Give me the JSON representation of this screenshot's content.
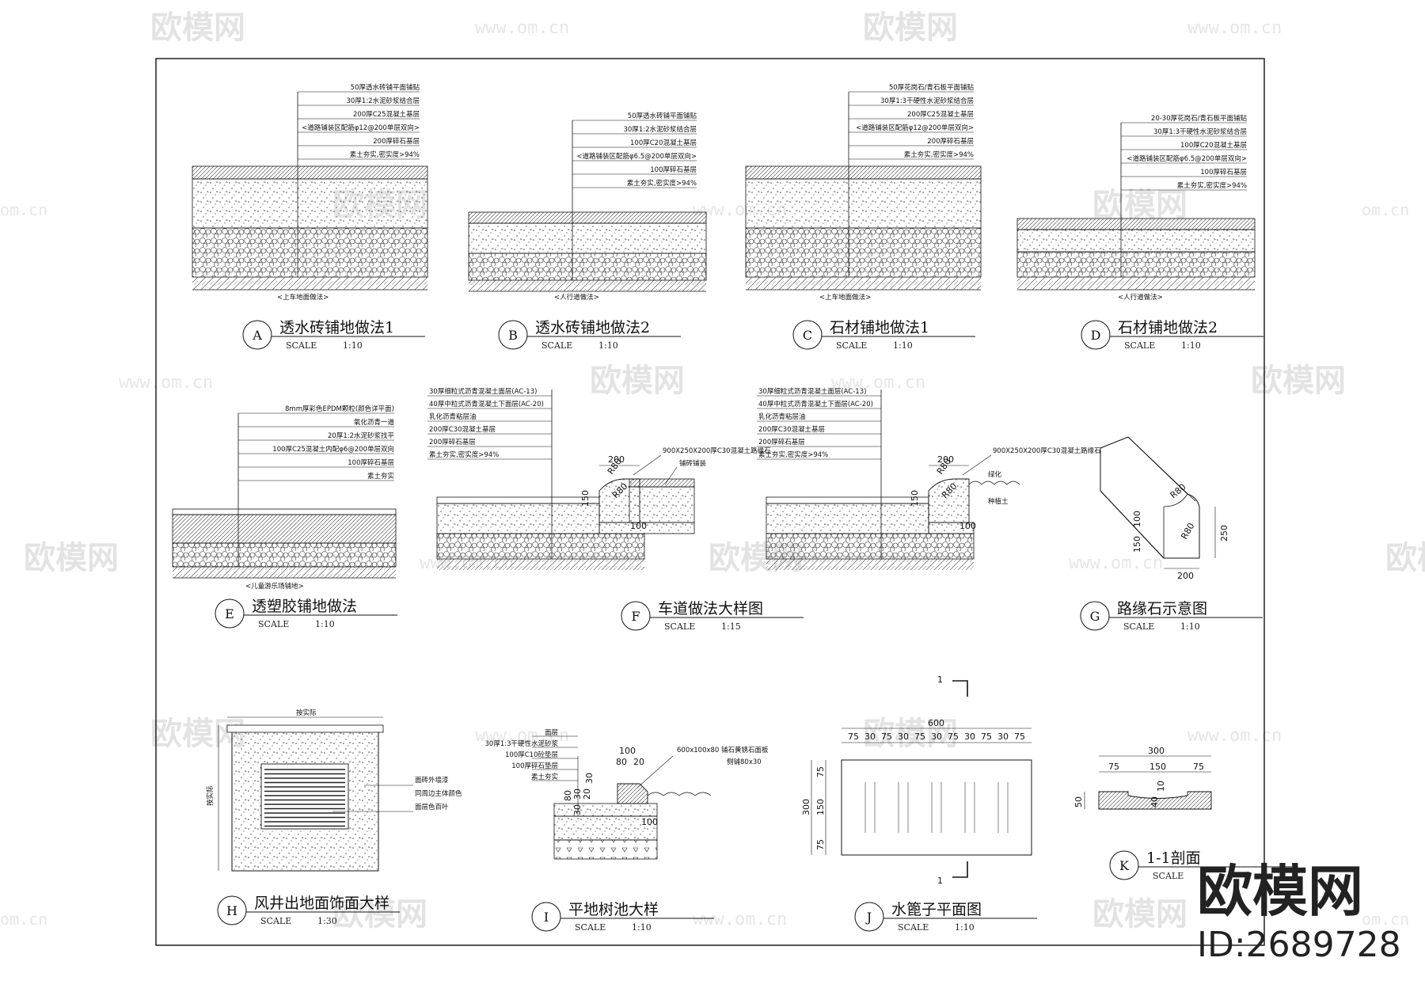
{
  "watermark": {
    "logo_text": "欧模网",
    "url_text": "www.om.cn",
    "short_url_text": "om.cn"
  },
  "brand": {
    "name": "欧模网",
    "id_text": "ID:2689728"
  },
  "details": {
    "A": {
      "letter": "A",
      "title": "透水砖铺地做法1",
      "scale_label": "SCALE",
      "scale": "1:10",
      "caption": "<上车地面做法>",
      "layers": [
        "50厚透水砖铺平面铺贴",
        "30厚1:2水泥砂浆结合层",
        "200厚C25混凝土基层",
        "<道路铺装区配筋φ12@200单层双向>",
        "200厚碎石基层",
        "素土夯实,密实度>94%"
      ]
    },
    "B": {
      "letter": "B",
      "title": "透水砖铺地做法2",
      "scale_label": "SCALE",
      "scale": "1:10",
      "caption": "<人行道做法>",
      "layers": [
        "50厚透水砖铺平面铺贴",
        "30厚1:2水泥砂浆结合层",
        "100厚C20混凝土基层",
        "<道路铺装区配筋φ6.5@200单层双向>",
        "100厚碎石基层",
        "素土夯实,密实度>94%"
      ]
    },
    "C": {
      "letter": "C",
      "title": "石材铺地做法1",
      "scale_label": "SCALE",
      "scale": "1:10",
      "caption": "<上车地面做法>",
      "layers": [
        "50厚花岗石/青石板平面铺贴",
        "30厚1:3干硬性水泥砂浆结合层",
        "200厚C25混凝土基层",
        "<道路铺装区配筋φ12@200单层双向>",
        "200厚碎石基层",
        "素土夯实,密实度>94%"
      ]
    },
    "D": {
      "letter": "D",
      "title": "石材铺地做法2",
      "scale_label": "SCALE",
      "scale": "1:10",
      "caption": "<人行道做法>",
      "layers": [
        "20-30厚花岗石/青石板平面铺贴",
        "30厚1:3干硬性水泥砂浆结合层",
        "100厚C20混凝土基层",
        "<道路铺装区配筋φ6.5@200单层双向>",
        "100厚碎石基层",
        "素土夯实,密实度>94%"
      ]
    },
    "E": {
      "letter": "E",
      "title": "透塑胶铺地做法",
      "scale_label": "SCALE",
      "scale": "1:10",
      "caption": "<儿童游乐场铺地>",
      "layers": [
        "8mm厚彩色EPDM颗粒(颜色详平面)",
        "氧化沥青一道",
        "20厚1:2水泥砂浆找平",
        "100厚C25混凝土内配φ6@200单层双向",
        "100厚碎石基层",
        "素土夯实"
      ]
    },
    "F": {
      "letter": "F",
      "title": "车道做法大样图",
      "scale_label": "SCALE",
      "scale": "1:15",
      "layers": [
        "30厚细粒式沥青混凝土面层(AC-13)",
        "40厚中粒式沥青混凝土下面层(AC-20)",
        "乳化沥青粘层油",
        "200厚C30混凝土基层",
        "200厚碎石基层",
        "素土夯实,密实度>94%"
      ],
      "curb_note": "900X250X200厚C30混凝土路缘石",
      "paving_note": "铺砖铺装",
      "green_note": "绿化",
      "soil_note": "种植土",
      "dims": [
        "200",
        "R80",
        "R80",
        "150",
        "100",
        "100"
      ]
    },
    "G": {
      "letter": "G",
      "title": "路缘石示意图",
      "scale_label": "SCALE",
      "scale": "1:10",
      "dims": [
        "R80",
        "R80",
        "100",
        "150",
        "250",
        "200"
      ]
    },
    "H": {
      "letter": "H",
      "title": "风井出地面饰面大样",
      "scale_label": "SCALE",
      "scale": "1:30",
      "top_note": "按实际",
      "side_note": "按实际",
      "notes": [
        "面砖外墙漆",
        "同周边主体颜色",
        "面层色百叶"
      ]
    },
    "I": {
      "letter": "I",
      "title": "平地树池大样",
      "scale_label": "SCALE",
      "scale": "1:10",
      "layers": [
        "面层",
        "30厚1:3干硬性水泥砂浆",
        "100厚C10砼垫层",
        "100厚碎石垫层",
        "素土夯实"
      ],
      "cap_note": "600x100x80 铺石黄锈石面板",
      "side_note": "侧铺80x30",
      "dims": [
        "100",
        "80",
        "20",
        "30",
        "30",
        "20",
        "80",
        "30",
        "100"
      ]
    },
    "J": {
      "letter": "J",
      "title": "水篦子平面图",
      "scale_label": "SCALE",
      "scale": "1:10",
      "overall": "600",
      "segments": [
        "75",
        "30",
        "75",
        "30",
        "75",
        "30",
        "75",
        "30",
        "75",
        "30",
        "75"
      ],
      "side": [
        "75",
        "150",
        "75"
      ],
      "side_total": "300",
      "section_mark": "1"
    },
    "K": {
      "letter": "K",
      "title": "1-1剖面",
      "scale_label": "SCALE",
      "dims_top": [
        "75",
        "150",
        "75"
      ],
      "top_total": "300",
      "height": "50",
      "inner": [
        "40",
        "10"
      ]
    }
  }
}
